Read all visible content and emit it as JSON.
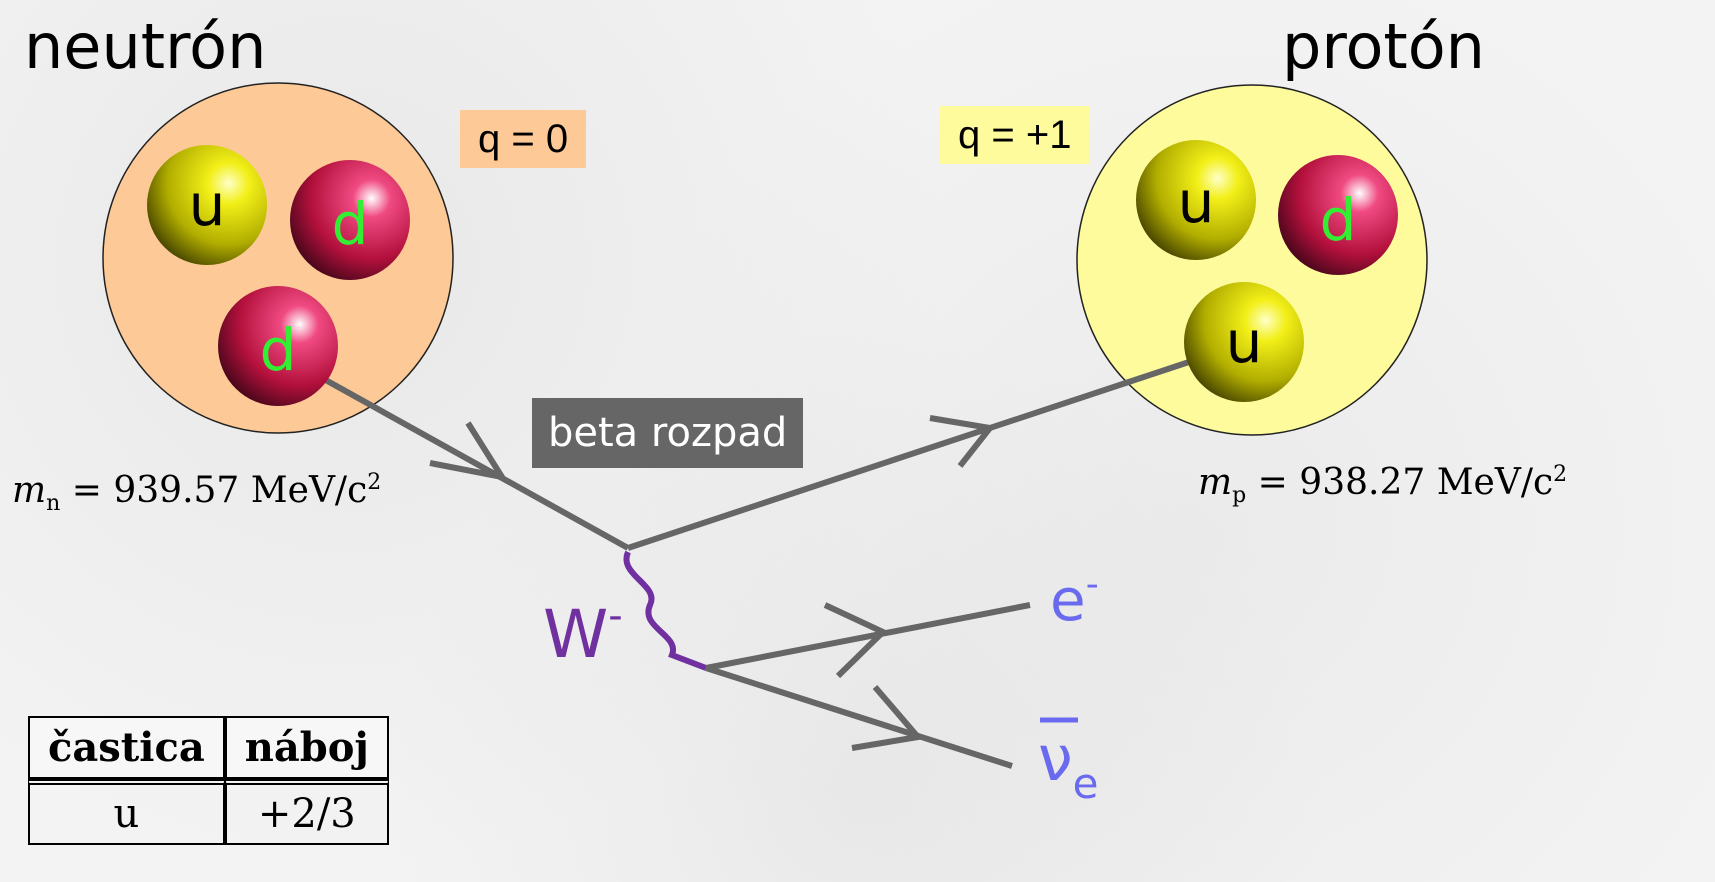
{
  "neutron": {
    "title": "neutrón",
    "charge": "q = 0",
    "mass_symbol": "m",
    "mass_sub": "n",
    "mass_value": " = 939.57 MeV/c",
    "mass_sup": "2",
    "quarks": [
      "u",
      "d",
      "d"
    ]
  },
  "proton": {
    "title": "protón",
    "charge": "q = +1",
    "mass_symbol": "m",
    "mass_sub": "p",
    "mass_value": " = 938.27 MeV/c",
    "mass_sup": "2",
    "quarks": [
      "u",
      "d",
      "u"
    ]
  },
  "process_label": "beta rozpad",
  "boson": {
    "label": "W",
    "sup": "-"
  },
  "electron": {
    "label": "e",
    "sup": "-"
  },
  "neutrino": {
    "label": "ν",
    "sub": "e"
  },
  "table": {
    "headers": [
      "častica",
      "náboj"
    ],
    "rows": [
      [
        "u",
        "+2/3"
      ]
    ]
  },
  "colors": {
    "neutron_fill": "#fcc997",
    "proton_fill": "#fdfb9c",
    "up_quark": "#c8c400",
    "down_quark": "#b0103a",
    "down_label": "#33ee33",
    "line": "#666666",
    "w_boson": "#7030a0",
    "lepton": "#6a6aee"
  }
}
